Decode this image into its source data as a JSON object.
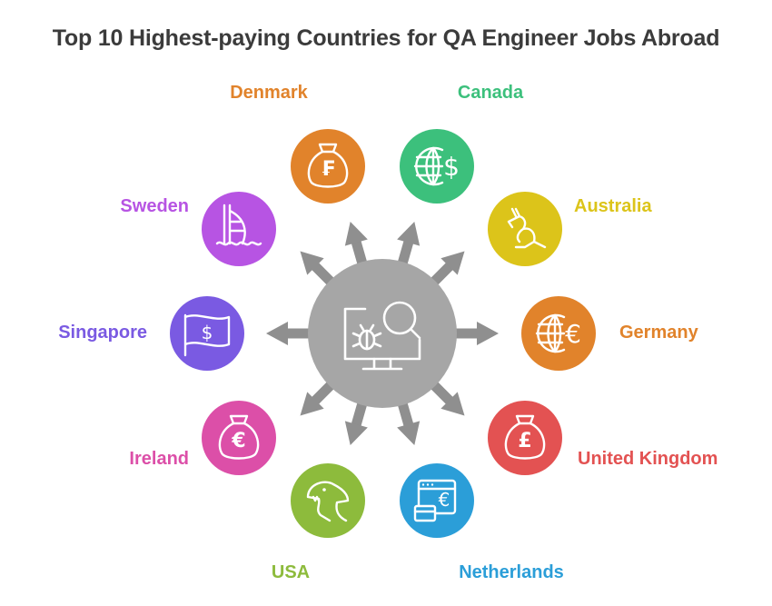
{
  "title": "Top 10 Highest-paying Countries for QA Engineer Jobs Abroad",
  "hub": {
    "icon": "monitor-bug-search-icon",
    "color": "#a6a6a6"
  },
  "countries": [
    {
      "id": "denmark",
      "name": "Denmark",
      "color": "#e1832b",
      "icon": "money-bag-franc-icon"
    },
    {
      "id": "canada",
      "name": "Canada",
      "color": "#3cc07c",
      "icon": "globe-dollar-icon"
    },
    {
      "id": "australia",
      "name": "Australia",
      "color": "#dcc41a",
      "icon": "kangaroo-icon"
    },
    {
      "id": "germany",
      "name": "Germany",
      "color": "#e1832b",
      "icon": "globe-euro-icon"
    },
    {
      "id": "united-kingdom",
      "name": "United Kingdom",
      "color": "#e35252",
      "icon": "money-bag-pound-icon"
    },
    {
      "id": "netherlands",
      "name": "Netherlands",
      "color": "#2b9ed8",
      "icon": "browser-euro-card-icon"
    },
    {
      "id": "usa",
      "name": "USA",
      "color": "#8dbb3c",
      "icon": "dinosaur-icon"
    },
    {
      "id": "ireland",
      "name": "Ireland",
      "color": "#dc4fa8",
      "icon": "money-bag-euro-icon"
    },
    {
      "id": "singapore",
      "name": "Singapore",
      "color": "#7a5ae2",
      "icon": "flag-dollar-icon"
    },
    {
      "id": "sweden",
      "name": "Sweden",
      "color": "#b754e3",
      "icon": "sail-building-icon"
    }
  ]
}
